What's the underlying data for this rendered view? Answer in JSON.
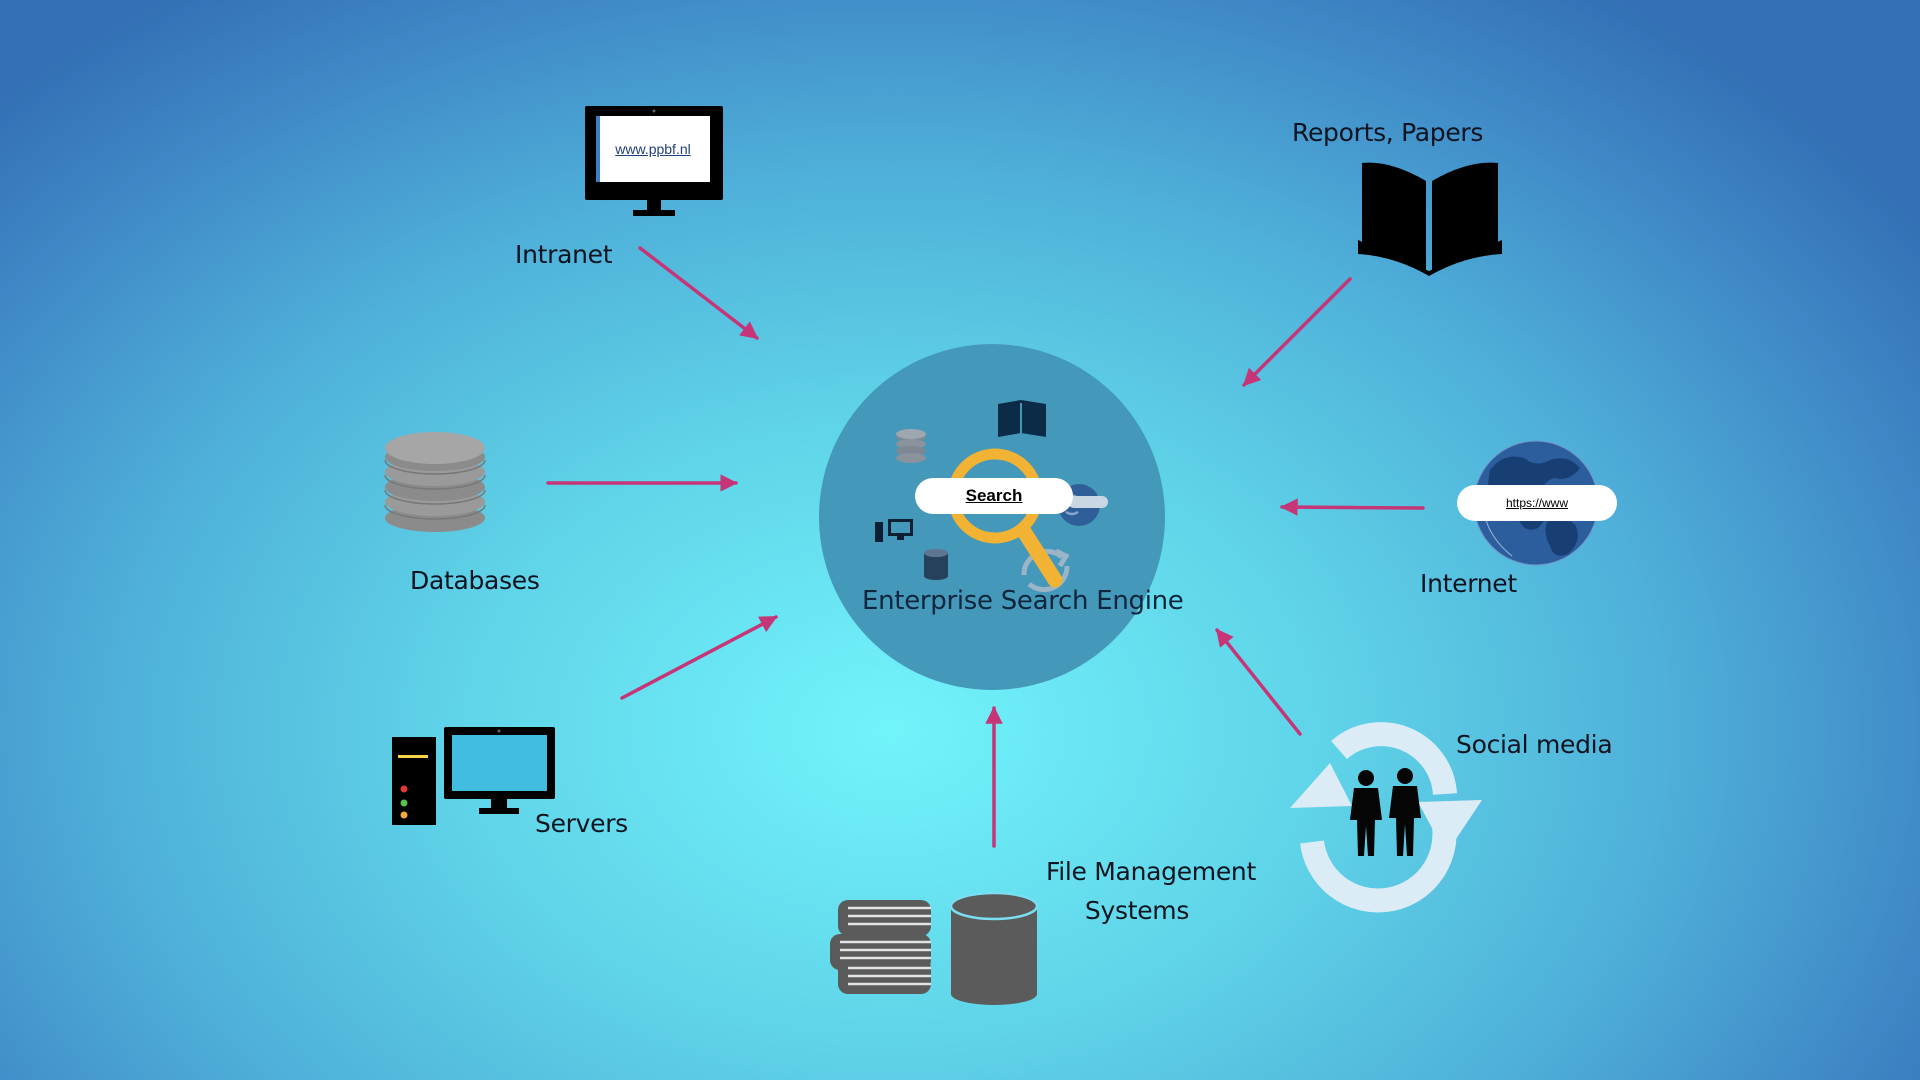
{
  "diagram": {
    "center": {
      "label": "Enterprise Search Engine",
      "search_label": "Search"
    },
    "nodes": [
      {
        "id": "intranet",
        "label": "Intranet",
        "screen_text": "www.ppbf.nl",
        "icon": "monitor-icon"
      },
      {
        "id": "reports",
        "label": "Reports, Papers",
        "icon": "open-book-icon"
      },
      {
        "id": "databases",
        "label": "Databases",
        "icon": "database-stack-icon"
      },
      {
        "id": "internet",
        "label": "Internet",
        "url_text": "https://www",
        "icon": "globe-icon"
      },
      {
        "id": "servers",
        "label": "Servers",
        "icon": "server-computer-icon"
      },
      {
        "id": "social",
        "label": "Social media",
        "icon": "people-cycle-icon"
      },
      {
        "id": "files",
        "label_line1": "File Management",
        "label_line2": "Systems",
        "icon": "books-cylinder-icon"
      }
    ],
    "edges": [
      {
        "from": "intranet",
        "to": "center"
      },
      {
        "from": "reports",
        "to": "center"
      },
      {
        "from": "databases",
        "to": "center"
      },
      {
        "from": "internet",
        "to": "center"
      },
      {
        "from": "servers",
        "to": "center"
      },
      {
        "from": "social",
        "to": "center"
      },
      {
        "from": "files",
        "to": "center"
      }
    ],
    "colors": {
      "arrow": "#c63577",
      "hub": "#4498b9",
      "icon_dark": "#000000",
      "icon_gray": "#8d8d8d",
      "magnifier": "#f2b234",
      "globe": "#2c5e9e"
    }
  }
}
